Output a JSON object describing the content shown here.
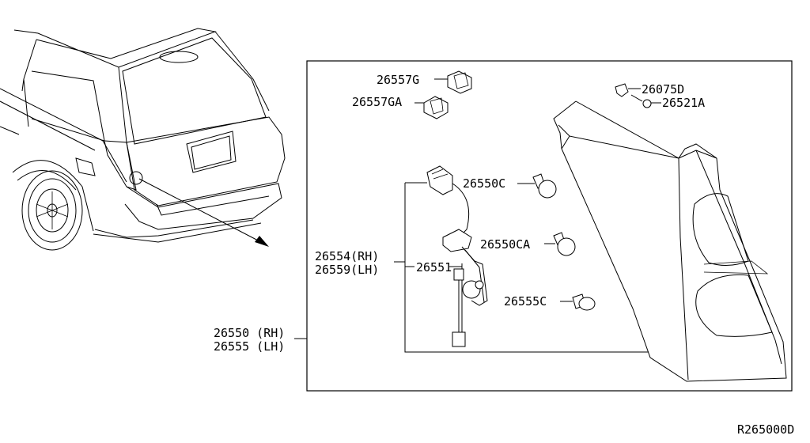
{
  "diagram": {
    "callouts": {
      "p26557G": "26557G",
      "p26557GA": "26557GA",
      "p26075D": "26075D",
      "p26521A": "26521A",
      "p26550C": "26550C",
      "p26550CA": "26550CA",
      "p26554": "26554(RH)",
      "p26559": "26559(LH)",
      "p26551": "26551",
      "p26555C": "26555C",
      "p26550": "26550 (RH)",
      "p26555": "26555 (LH)"
    },
    "reference_code": "R265000D"
  }
}
